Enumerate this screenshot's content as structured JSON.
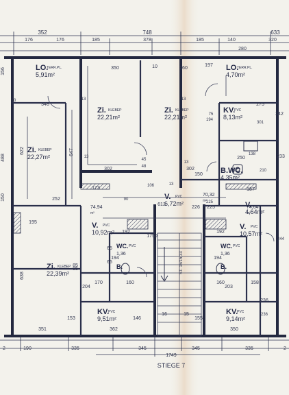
{
  "floor_plan": {
    "stair_label": "STIEGE 7",
    "rooms": [
      {
        "id": "lo-left",
        "name": "LO.",
        "area": "5,91m²",
        "use": "TERR.PL."
      },
      {
        "id": "zi-left-upper",
        "name": "Zi.",
        "area": "22,27m²",
        "use": "KLEBEP"
      },
      {
        "id": "zi-center-left",
        "name": "Zi.",
        "area": "22,21m²",
        "use": "KLEBEP"
      },
      {
        "id": "zi-center-right",
        "name": "Zi.",
        "area": "22,21m²",
        "use": "KLEBEP"
      },
      {
        "id": "lo-right",
        "name": "LO.",
        "area": "4,70m²",
        "use": "TERR.PL."
      },
      {
        "id": "kv-right-upper",
        "name": "KV.",
        "area": "8,13m²",
        "use": "PVC"
      },
      {
        "id": "bwc-right",
        "name": "B.WC.",
        "area": "4,35m²",
        "use": "PVC"
      },
      {
        "id": "vr-left",
        "name": "V.",
        "area": "6,72m²",
        "use": "PVC"
      },
      {
        "id": "vr-right",
        "name": "V.",
        "area": "4,64m²",
        "use": ""
      },
      {
        "id": "v-left-lower",
        "name": "V.",
        "area": "10,92m²",
        "use": "PVC"
      },
      {
        "id": "v-right-lower",
        "name": "V.",
        "area": "10,57m²",
        "use": "PVC"
      },
      {
        "id": "wc-left",
        "name": "WC.",
        "area": "1,36",
        "use": "PVC"
      },
      {
        "id": "wc-right",
        "name": "WC.",
        "area": "1,36",
        "use": "PVC"
      },
      {
        "id": "b-left",
        "name": "B.",
        "area": "",
        "use": ""
      },
      {
        "id": "b-right",
        "name": "B.",
        "area": "",
        "use": ""
      },
      {
        "id": "zi-left-lower",
        "name": "Zi.",
        "area": "22,39m²",
        "use": "KLEBEP"
      },
      {
        "id": "kv-left-lower",
        "name": "KV.",
        "area": "9,51m²",
        "use": "PVC"
      },
      {
        "id": "kv-right-lower",
        "name": "KV.",
        "area": "9,14m²",
        "use": "PVC"
      },
      {
        "id": "small-left",
        "name": "",
        "area": "74,94",
        "use": "m²"
      },
      {
        "id": "small-right",
        "name": "",
        "area": "70,32",
        "use": "m²"
      },
      {
        "id": "small-far-right",
        "name": "",
        "area": "74,64",
        "use": "m²"
      }
    ],
    "dimensions": {
      "top_row_1": [
        "352",
        "748",
        "633"
      ],
      "top_row_2": [
        "176",
        "176",
        "185",
        "378",
        "185",
        "140",
        "320"
      ],
      "top_row_3": [
        "280",
        "350",
        "260",
        "10",
        "197"
      ],
      "left_side": [
        "156",
        "622",
        "488",
        "638",
        "647",
        "150"
      ],
      "center": [
        "348",
        "302",
        "302",
        "612",
        "252",
        "195",
        "173",
        "150",
        "187",
        "225",
        "226",
        "275",
        "250",
        "242",
        "233"
      ],
      "lower": [
        "192",
        "192",
        "194",
        "194",
        "170",
        "160",
        "160",
        "158",
        "16",
        "1750",
        "15",
        "362",
        "351",
        "350",
        "345",
        "345",
        "335",
        "335",
        "190",
        "1749",
        "2",
        "2",
        "85",
        "85",
        "65",
        "65",
        "204",
        "203",
        "236",
        "146",
        "153",
        "155"
      ],
      "stair_dim": "ST. 15/15,33",
      "misc": [
        "10",
        "13",
        "13",
        "13",
        "13",
        "13",
        "45",
        "48",
        "106",
        "90",
        "75",
        "194",
        "225",
        "301",
        "210",
        "244",
        "236",
        "138"
      ]
    }
  }
}
